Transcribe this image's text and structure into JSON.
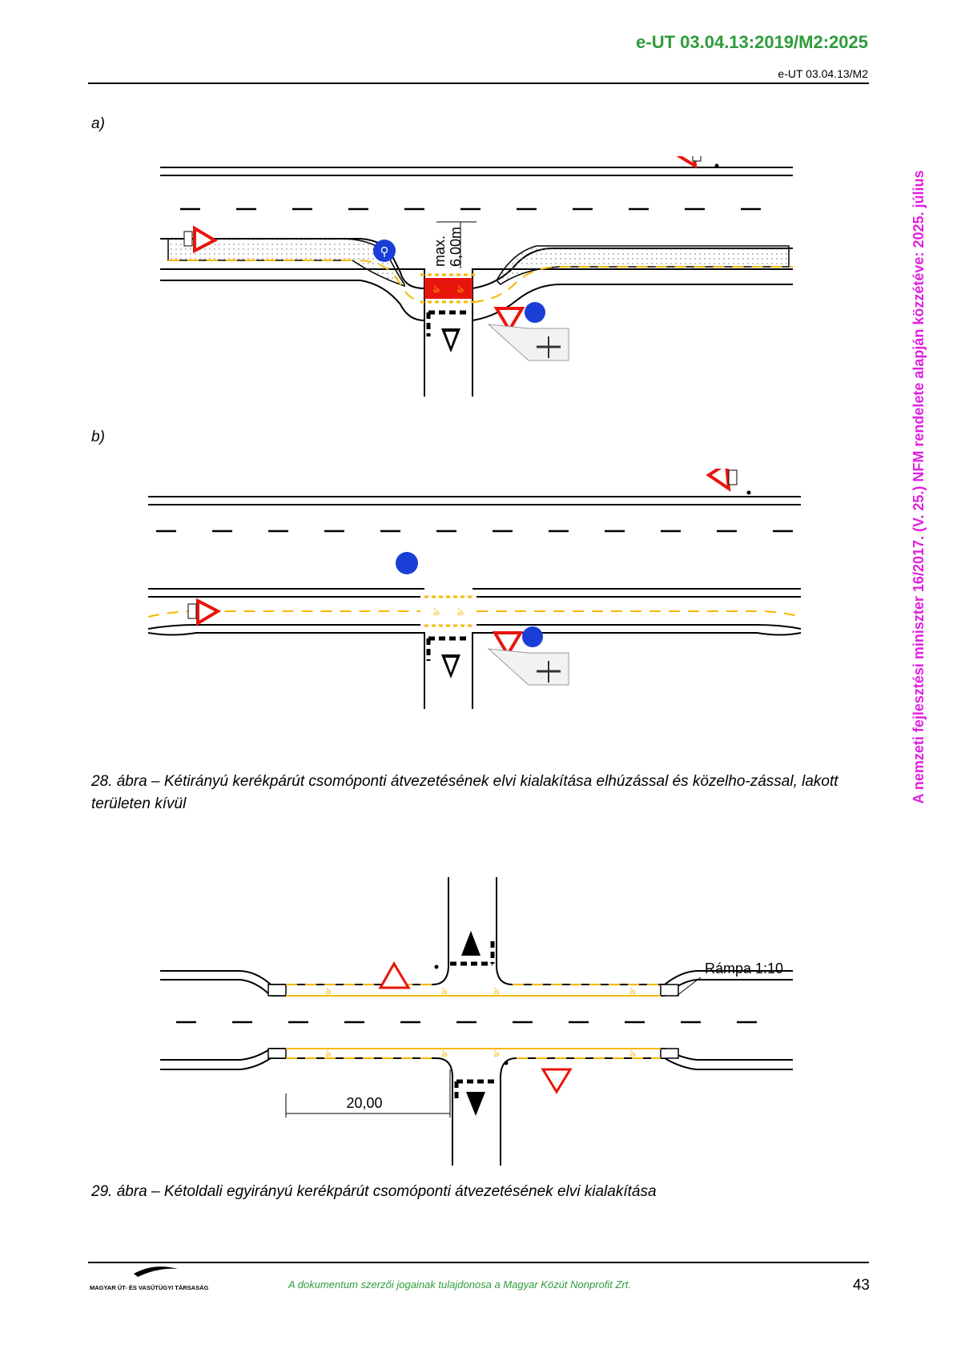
{
  "header": {
    "code": "e-UT 03.04.13:2019/M2:2025",
    "subcode": "e-UT 03.04.13/M2"
  },
  "figure_28": {
    "panel_a_label": "a)",
    "panel_b_label": "b)",
    "dimension_label_line1": "max.",
    "dimension_label_line2": "6,00m",
    "caption": "28. ábra – Kétirányú kerékpárút csomóponti átvezetésének elvi kialakítása elhúzással és közelho-zással, lakott területen kívül"
  },
  "figure_29": {
    "ramp_label": "Rámpa 1:10",
    "distance_label": "20,00",
    "caption": "29. ábra – Kétoldali egyirányú kerékpárút csomóponti átvezetésének elvi kialakítása"
  },
  "side_note": "A nemzeti fejlesztési miniszter 16/2017. (V. 25.) NFM rendelete alapján közzétéve: 2025. július",
  "footer": {
    "logo_text": "MAGYAR ÚT- ÉS VASÚTÜGYI TÁRSASÁG",
    "copyright": "A dokumentum szerzői jogainak tulajdonosa a Magyar Közút Nonprofit Zrt.",
    "page_number": "43"
  },
  "colors": {
    "header_green": "#2e9c3a",
    "side_note_magenta": "#e020e0",
    "bike_lane_yellow": "#f5b800",
    "crossing_red": "#e8150c",
    "sign_blue": "#1a3fd6"
  }
}
